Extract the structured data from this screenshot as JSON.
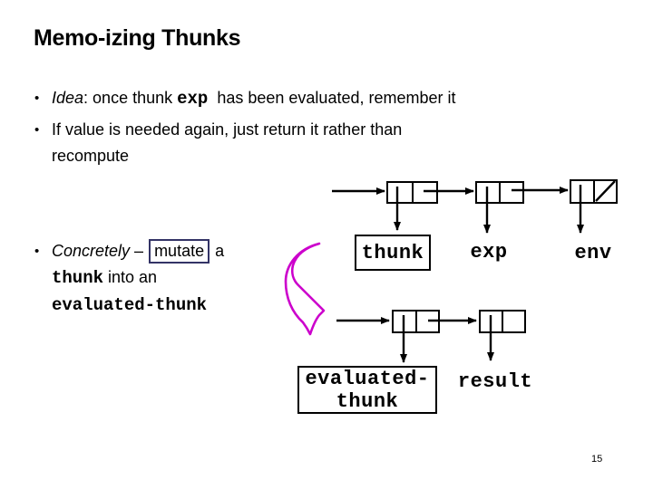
{
  "slide": {
    "title": "Memo-izing Thunks",
    "page_number": "15"
  },
  "bullets": {
    "marker": "•",
    "bullet1": {
      "idea_italic": "Idea",
      "after_idea": ": once thunk ",
      "exp_code": "exp",
      "rest": "  has been evaluated, remember it"
    },
    "bullet2": {
      "line1": "If value is needed again, just return it rather than",
      "line2": "recompute"
    },
    "bullet3": {
      "concretely_italic": "Concretely",
      "dash": " – ",
      "mutate_boxed": "mutate",
      "after_mutate": " a",
      "thunk_code": "thunk",
      "into": " into an",
      "evaluated_thunk_code": "evaluated-thunk"
    }
  },
  "diagram": {
    "thunk_label": "thunk",
    "exp_label": "exp",
    "env_label": "env",
    "evaluated_thunk_label_line1": "evaluated-",
    "evaluated_thunk_label_line2": "thunk",
    "result_label": "result"
  },
  "colors": {
    "text": "#000000",
    "diagram_line": "#000000",
    "mutate_box_border": "#333366",
    "curved_arrow": "#cc00cc"
  }
}
